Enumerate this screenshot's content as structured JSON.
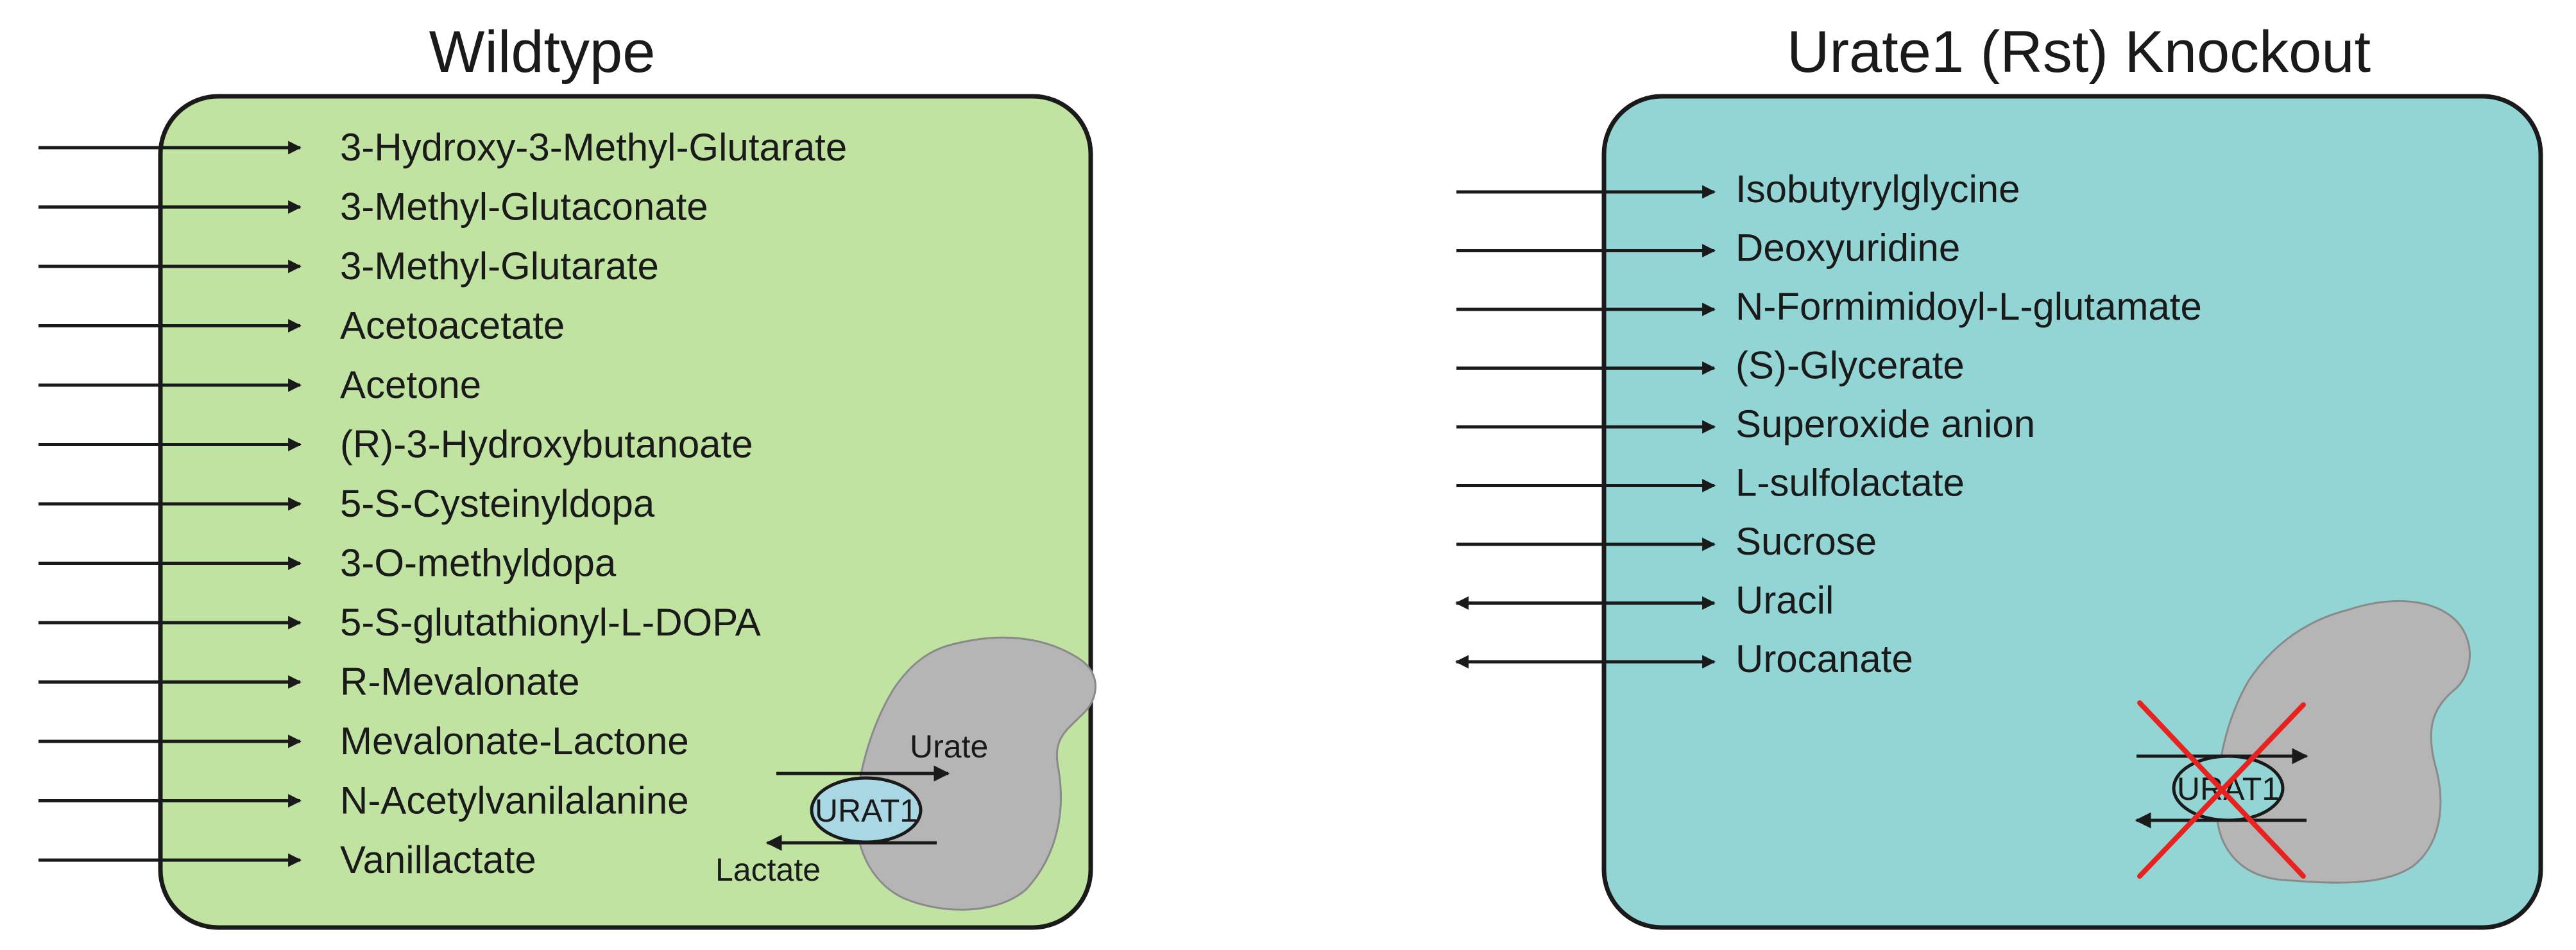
{
  "panels": {
    "wildtype": {
      "title": "Wildtype",
      "metabolites": [
        {
          "label": "3-Hydroxy-3-Methyl-Glutarate",
          "direction": "in"
        },
        {
          "label": "3-Methyl-Glutaconate",
          "direction": "in"
        },
        {
          "label": "3-Methyl-Glutarate",
          "direction": "in"
        },
        {
          "label": "Acetoacetate",
          "direction": "in"
        },
        {
          "label": "Acetone",
          "direction": "in"
        },
        {
          "label": "(R)-3-Hydroxybutanoate",
          "direction": "in"
        },
        {
          "label": "5-S-Cysteinyldopa",
          "direction": "in"
        },
        {
          "label": "3-O-methyldopa",
          "direction": "in"
        },
        {
          "label": "5-S-glutathionyl-L-DOPA",
          "direction": "in"
        },
        {
          "label": "R-Mevalonate",
          "direction": "in"
        },
        {
          "label": "Mevalonate-Lactone",
          "direction": "in"
        },
        {
          "label": "N-Acetylvanilalanine",
          "direction": "in"
        },
        {
          "label": "Vanillactate",
          "direction": "in"
        }
      ],
      "transporter": {
        "label": "URAT1",
        "substrate_in": "Urate",
        "substrate_out": "Lactate",
        "knocked_out": false
      },
      "colors": {
        "fill": "#c0e3a1",
        "border": "#1a1a1a",
        "transporter": "#a9d7e3"
      }
    },
    "knockout": {
      "title": "Urate1 (Rst) Knockout",
      "metabolites": [
        {
          "label": "Isobutyrylglycine",
          "direction": "in"
        },
        {
          "label": "Deoxyuridine",
          "direction": "in"
        },
        {
          "label": "N-Formimidoyl-L-glutamate",
          "direction": "in"
        },
        {
          "label": "(S)-Glycerate",
          "direction": "in"
        },
        {
          "label": "Superoxide anion",
          "direction": "in"
        },
        {
          "label": "L-sulfolactate",
          "direction": "in"
        },
        {
          "label": "Sucrose",
          "direction": "in"
        },
        {
          "label": "Uracil",
          "direction": "both"
        },
        {
          "label": "Urocanate",
          "direction": "both"
        }
      ],
      "transporter": {
        "label": "URAT1",
        "knocked_out": true
      },
      "colors": {
        "fill": "#93d5d5",
        "border": "#1a1a1a",
        "transporter": "#93d5d5",
        "knockout_mark": "#e8231f"
      }
    }
  },
  "colors": {
    "cell_blob": "#b5b5b5",
    "arrow": "#1a1a1a"
  }
}
